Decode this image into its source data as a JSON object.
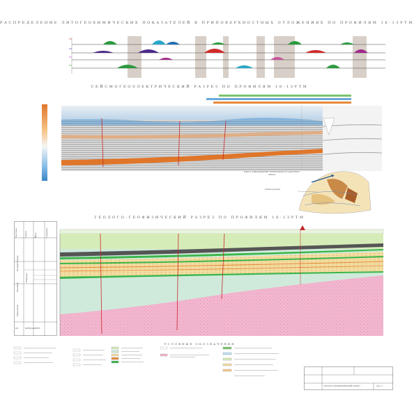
{
  "titles": {
    "geochem": "РАСПРЕДЕЛЕНИЕ ЛИТОГЕОХИМИЧЕСКИХ ПОКАЗАТЕЛЕЙ В ПРИПОВЕРХНОСТНЫХ ОТЛОЖЕНИЯХ ПО ПРОФИЛЯМ 18-13УТМ",
    "seismo": "СЕЙСМОГЕОЭЛЕКТРИЧЕСКИЙ РАЗРЕЗ ПО ПРОФИЛЯМ 18-13УТМ",
    "geological": "ГЕОЛОГО-ГЕОФИЗИЧЕСКИЙ РАЗРЕЗ ПО ПРОФИЛЯМ 18-13УТМ",
    "legend": "УСЛОВНЫЕ ОБОЗНАЧЕНИЯ"
  },
  "map": {
    "caption": "КАРТА ЗОНИРОВАНИЯ ТЕРРИТОРИИ ОСАДОЧНОГО ЧЕХЛА",
    "callout": "Линия разреза"
  },
  "column_headers": [
    "Система",
    "Отдел",
    "Ярус",
    "Горизонт"
  ],
  "strat_labels": [
    "Четвертичная",
    "Меловая",
    "Юрская",
    "Триасовая"
  ],
  "basement_label": "ФУНДАМЕНТ",
  "pz_label": "PZ",
  "stamp": {
    "title": "ГЕОЛОГО-ГЕОФИЗИЧЕСКИЙ РАЗРЕЗ",
    "sheet": "Лист 1"
  },
  "colors": {
    "basement": "#f3b6cf",
    "sediment": "#cfeadb",
    "quaternary": "#d6ecb8",
    "marker_green": "#3bb54a",
    "marker_dark": "#555555",
    "orange_band": "#e8893a",
    "seismic_blue": "#6aa8d8"
  }
}
